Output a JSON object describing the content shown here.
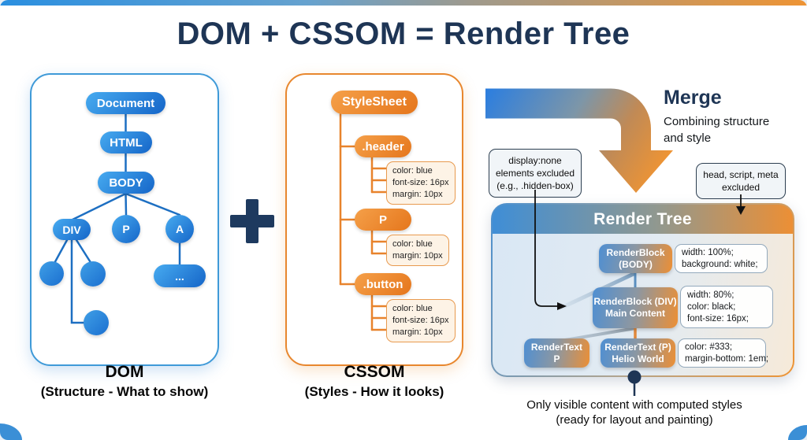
{
  "title": "DOM + CSSOM = Render Tree",
  "dom": {
    "label": "DOM",
    "sublabel": "(Structure - What to show)",
    "nodes": {
      "document": "Document",
      "html": "HTML",
      "body": "BODY",
      "div": "DIV",
      "p": "P",
      "a": "A",
      "more": "..."
    }
  },
  "cssom": {
    "label": "CSSOM",
    "sublabel": "(Styles - How it looks)",
    "root": "StyleSheet",
    "rules": [
      {
        "selector": ".header",
        "props": [
          "color: blue",
          "font-size: 16px",
          "margin: 10px"
        ]
      },
      {
        "selector": "P",
        "props": [
          "color: blue",
          "margin: 10px"
        ]
      },
      {
        "selector": ".button",
        "props": [
          "color: blue",
          "font-size: 16px",
          "margin: 10px"
        ]
      }
    ]
  },
  "merge": {
    "title": "Merge",
    "line1": "Combining structure",
    "line2": "and style"
  },
  "callout_display_none": {
    "line1": "display:none",
    "line2": "elements excluded",
    "line3": "(e.g., .hidden-box)"
  },
  "callout_head": {
    "line1": "head, script, meta",
    "line2": "excluded"
  },
  "render_tree": {
    "header": "Render Tree",
    "nodes": [
      {
        "title": "RenderBlock",
        "subtitle": "(BODY)",
        "styles": [
          "width: 100%;",
          "background: white;"
        ]
      },
      {
        "title": "RenderBlock (DIV)",
        "subtitle": "Main Content",
        "styles": [
          "width: 80%;",
          "color: black;",
          "font-size: 16px;"
        ]
      },
      {
        "title": "RenderText",
        "subtitle": "P",
        "styles": []
      },
      {
        "title": "RenderText (P)",
        "subtitle": "Helio World",
        "styles": [
          "color: #333;",
          "margin-bottom: 1em;"
        ]
      }
    ]
  },
  "caption": {
    "line1": "Only visible content with computed styles",
    "line2": "(ready for layout and painting)"
  },
  "colors": {
    "blue": "#2e86d4",
    "orange": "#ec8f35",
    "navy": "#1e3555"
  }
}
